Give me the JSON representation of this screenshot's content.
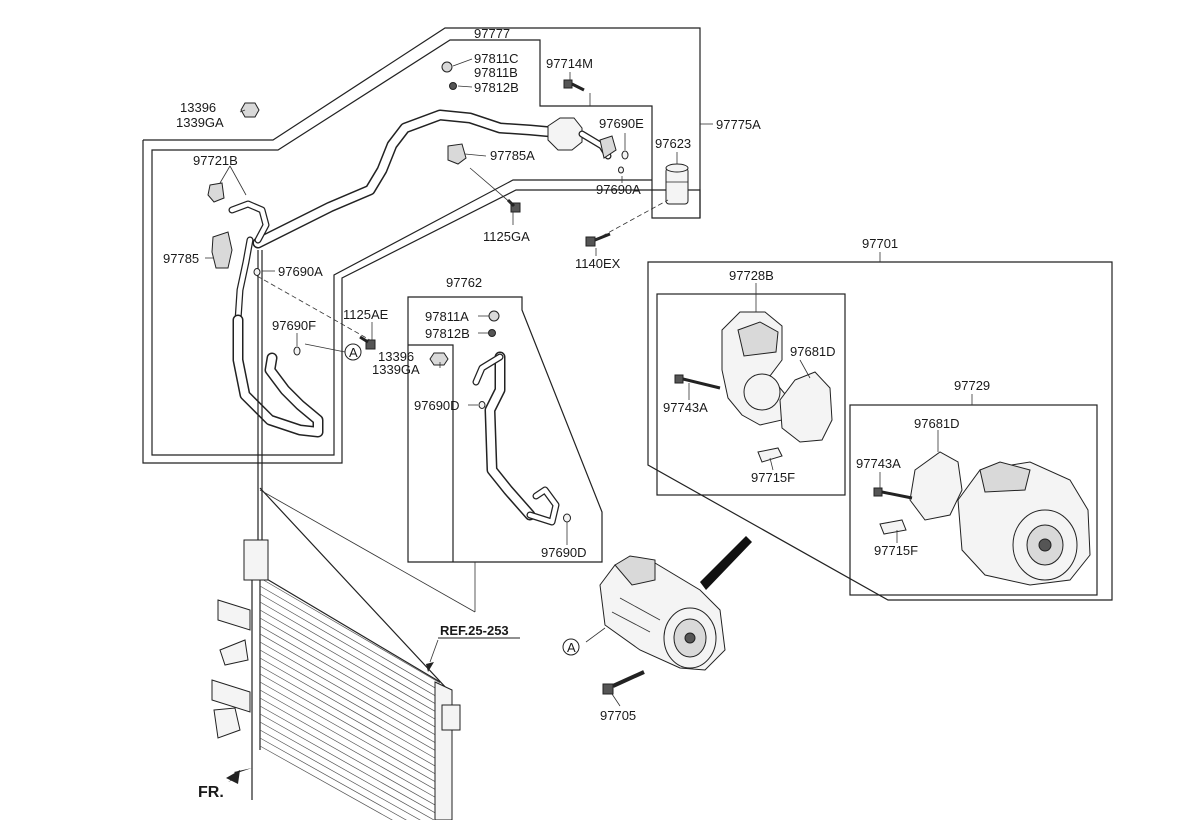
{
  "labels": {
    "p97777": "97777",
    "p97811C": "97811C",
    "p97811B": "97811B",
    "p97812B_top": "97812B",
    "p97714M": "97714M",
    "p13396_top": "13396",
    "p1339GA_top": "1339GA",
    "p97721B": "97721B",
    "p97690E": "97690E",
    "p97775A": "97775A",
    "p97623": "97623",
    "p97785A": "97785A",
    "p97690A_right": "97690A",
    "p1125GA": "1125GA",
    "p1140EX": "1140EX",
    "p97785": "97785",
    "p97690A_left": "97690A",
    "p97690F": "97690F",
    "p1125AE": "1125AE",
    "p97762": "97762",
    "p97811A": "97811A",
    "p97812B_mid": "97812B",
    "p13396_mid": "13396",
    "p1339GA_mid": "1339GA",
    "p97690D_left": "97690D",
    "p97690D_right": "97690D",
    "p97701": "97701",
    "p97728B": "97728B",
    "p97681D_top": "97681D",
    "p97743A_top": "97743A",
    "p97715F_top": "97715F",
    "p97729": "97729",
    "p97681D_bottom": "97681D",
    "p97743A_bottom": "97743A",
    "p97715F_bottom": "97715F",
    "p97705": "97705",
    "ref": "REF.25-253",
    "circle_a_top": "A",
    "circle_a_bottom": "A",
    "fr": "FR."
  },
  "colors": {
    "line": "#222222",
    "background": "#ffffff"
  }
}
